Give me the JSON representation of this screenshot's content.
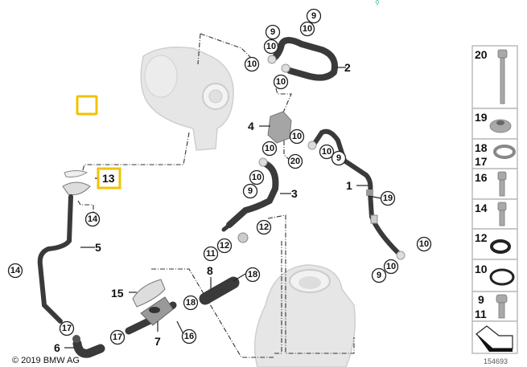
{
  "diagram": {
    "copyright": "© 2019 BMW AG",
    "reference_number": "154693",
    "highlight_color": "#f2c200",
    "highlighted_part": "13",
    "callouts": {
      "c9a": "9",
      "c10a": "10",
      "c9b": "9",
      "c10b": "10",
      "c10c": "10",
      "c10d": "10",
      "p2": "2",
      "p4": "4",
      "c10e": "10",
      "c10f": "10",
      "c20": "20",
      "c10g": "10",
      "c9c": "9",
      "c10h": "10",
      "c9d": "9",
      "p3": "3",
      "p1": "1",
      "c19": "19",
      "c10i": "10",
      "c10j": "10",
      "c9e": "9",
      "c12a": "12",
      "c12b": "12",
      "c11": "11",
      "p13": "13",
      "c14a": "14",
      "p5": "5",
      "c14b": "14",
      "p8": "8",
      "c18a": "18",
      "p15": "15",
      "c18b": "18",
      "c16": "16",
      "p7": "7",
      "c17a": "17",
      "c17b": "17",
      "p6": "6"
    },
    "parts_panel": [
      {
        "labels": [
          "20"
        ],
        "icon": "bolt-long-icon"
      },
      {
        "labels": [
          "19"
        ],
        "icon": "flange-nut-icon"
      },
      {
        "labels": [
          "18",
          "17"
        ],
        "icon": "hose-clamp-icon"
      },
      {
        "labels": [
          "16"
        ],
        "icon": "bolt-icon"
      },
      {
        "labels": [
          "14"
        ],
        "icon": "bolt-icon"
      },
      {
        "labels": [
          "12"
        ],
        "icon": "sealing-ring-icon"
      },
      {
        "labels": [
          "10"
        ],
        "icon": "o-ring-icon"
      },
      {
        "labels": [
          "9",
          "11"
        ],
        "icon": "banjo-bolt-icon"
      },
      {
        "labels": [],
        "icon": "arrow-icon"
      }
    ]
  }
}
